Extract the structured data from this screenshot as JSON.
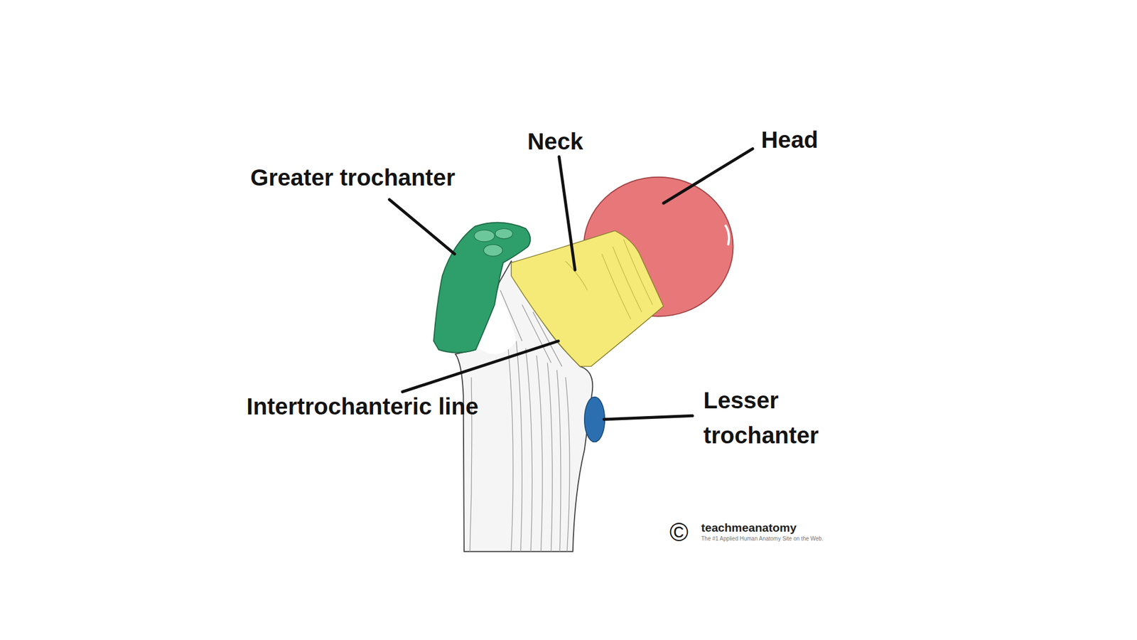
{
  "diagram": {
    "labels": [
      "Greater trochanter",
      "Neck",
      "Head",
      "Intertrochanteric line",
      "Lesser trochanter",
      "©",
      "teachmeanatomy",
      "The #1 Applied Human Anatomy Site on the Web."
    ]
  }
}
